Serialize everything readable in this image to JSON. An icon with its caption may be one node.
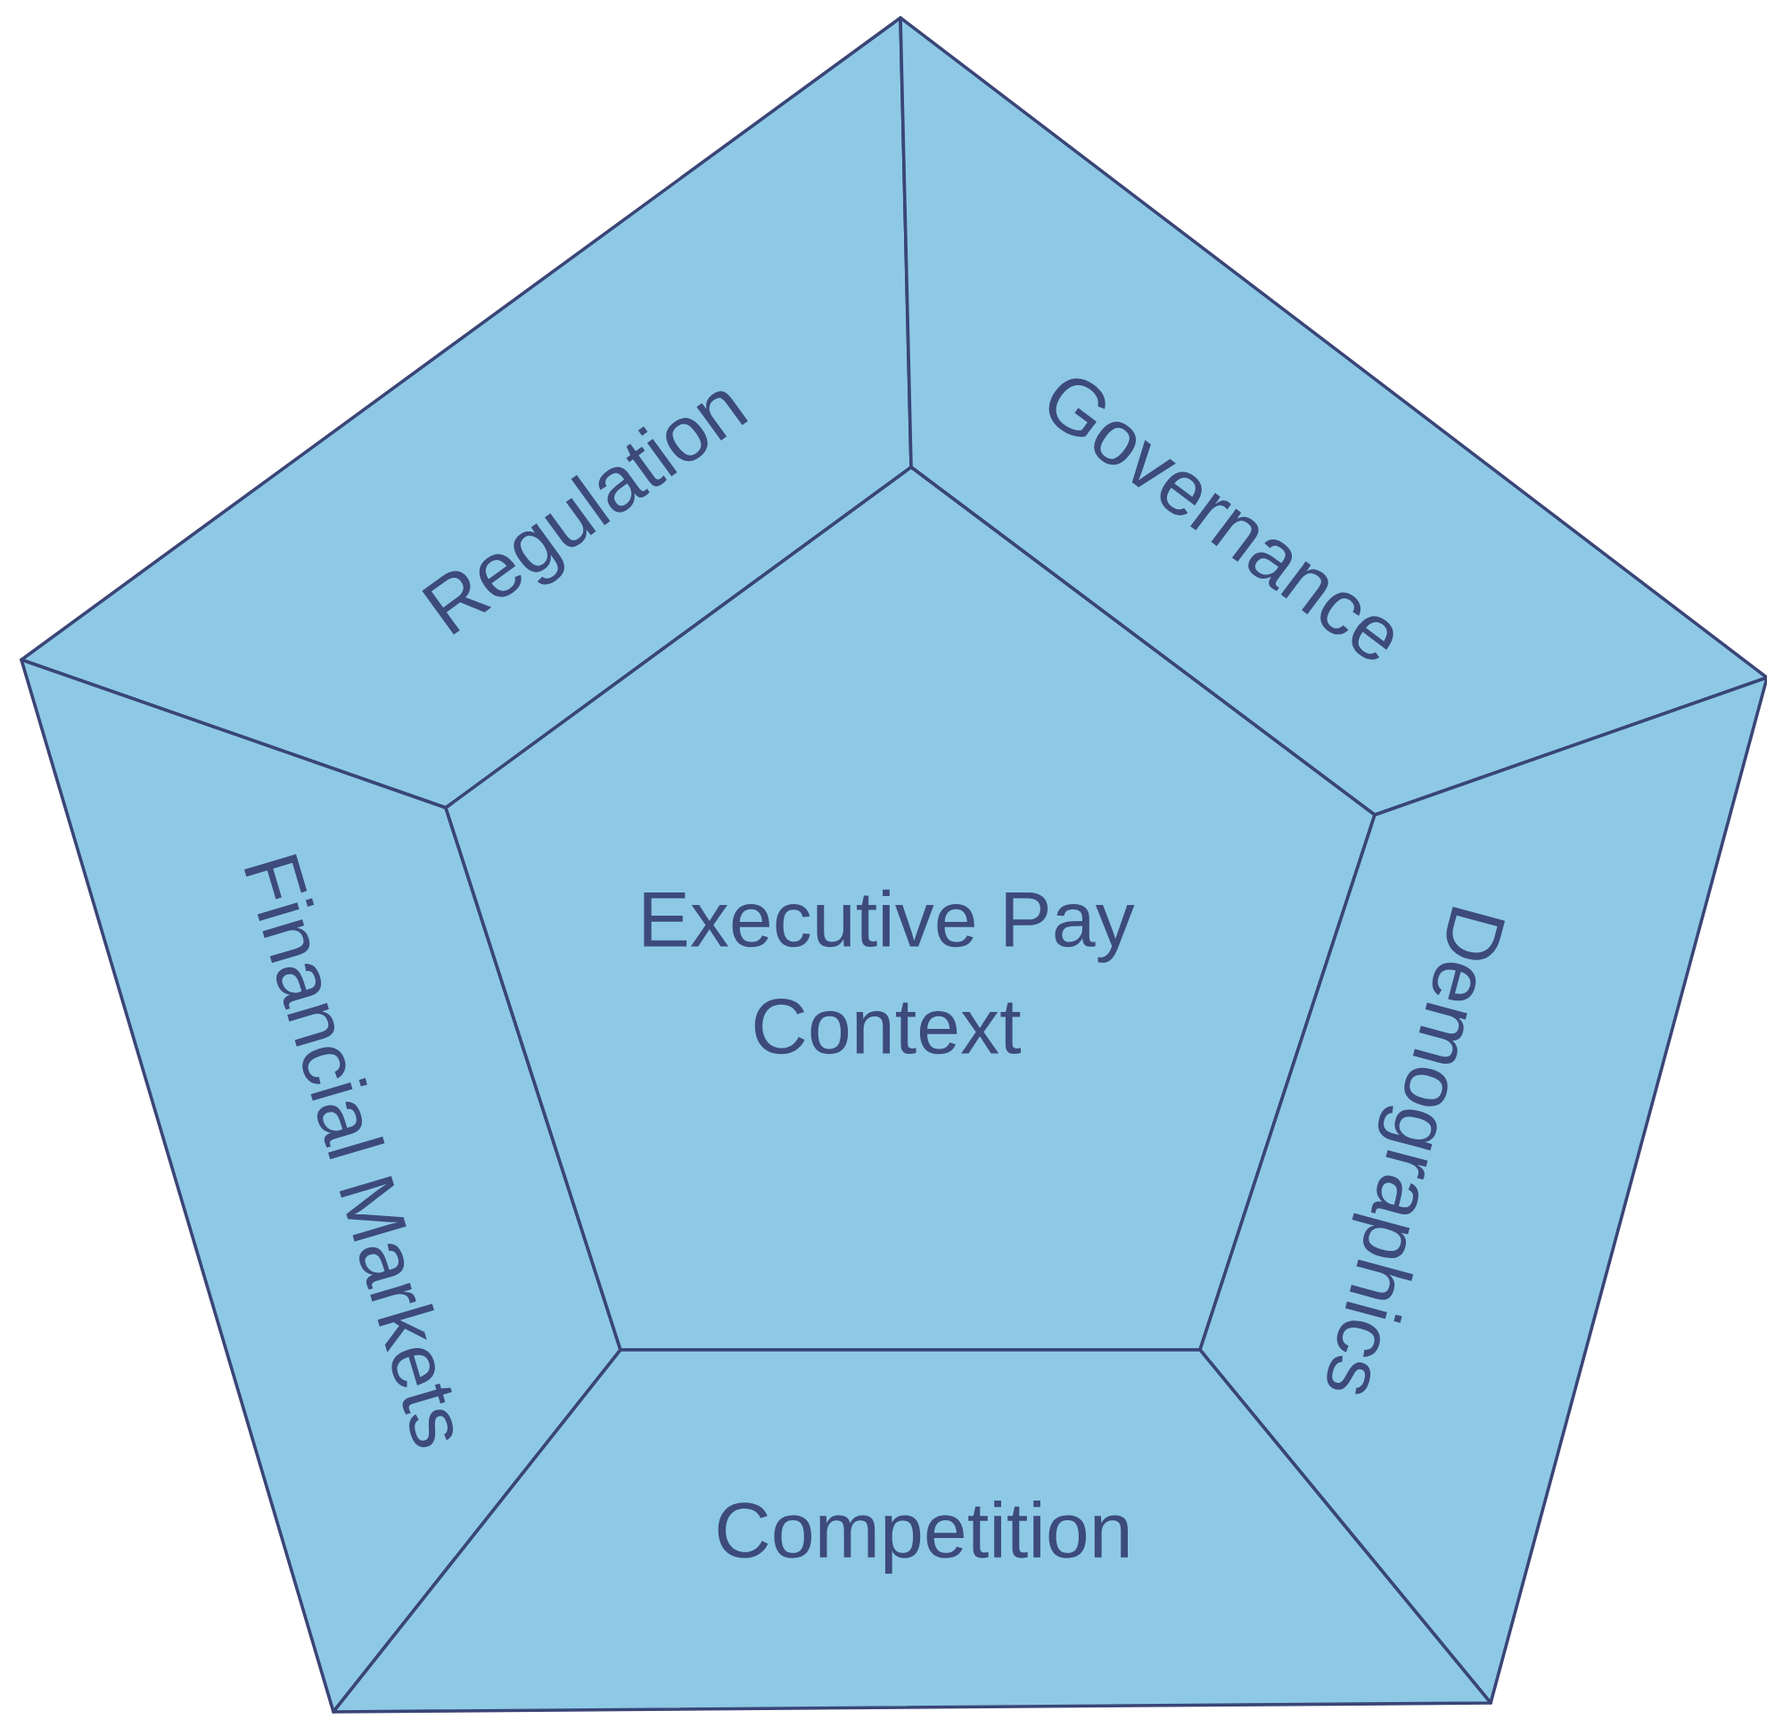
{
  "diagram": {
    "nodes": [
      {
        "text": [
          "Regulation"
        ]
      },
      {
        "text": [
          "Governance"
        ]
      },
      {
        "text": [
          "Financial Markets"
        ]
      },
      {
        "text": [
          "Executive Pay Context"
        ]
      },
      {
        "text": [
          "Demographics"
        ]
      },
      {
        "text": [
          "Competition"
        ]
      }
    ]
  }
}
